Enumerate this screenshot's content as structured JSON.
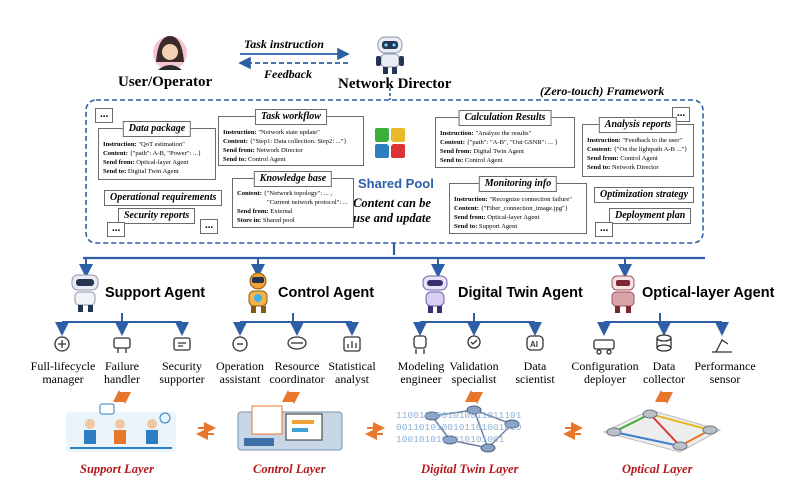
{
  "top": {
    "user_label": "User/Operator",
    "director_label": "Network Director",
    "task_instruction": "Task instruction",
    "feedback": "Feedback",
    "framework_label": "(Zero-touch) Framework"
  },
  "shared_pool": {
    "title": "Shared Pool",
    "subtitle_line1": "Content can be",
    "subtitle_line2": "use and update"
  },
  "cards": {
    "data_package": {
      "title": "Data package",
      "instruction": "\"QoT estimation\"",
      "content": "{\"path\": A-B, \"Power\": ...}",
      "send_from": "Optical-layer Agent",
      "send_to": "Digital Twin Agent"
    },
    "task_workflow": {
      "title": "Task workflow",
      "instruction": "\"Network state update\"",
      "content": "{\"Step1: Data collection. Step2: ...\"}",
      "send_from": "Network Director",
      "send_to": "Control Agent"
    },
    "knowledge_base": {
      "title": "Knowledge base",
      "content1": "{\"Network topology\": ... ,",
      "content2": "\"Current network protocol\": ... }",
      "send_from": "External",
      "store_in": "Shared pool"
    },
    "calculation_results": {
      "title": "Calculation Results",
      "instruction": "\"Analyze the results\"",
      "content": "{\"path\": \"A-B\", \"Out GSNR\": ... }",
      "send_from": "Digital Twin Agent",
      "send_to": "Control Agent"
    },
    "monitoring_info": {
      "title": "Monitoring info",
      "instruction": "\"Recognize connection failure\"",
      "content": "{\"Fiber_connection_image.jpg\"}",
      "send_from": "Optical-layer Agent",
      "send_to": "Support Agent"
    },
    "analysis_reports": {
      "title": "Analysis reports",
      "instruction": "\"Feedback to the user\"",
      "content": "{\"On the lightpath A-B ...\"}",
      "send_from": "Control Agent",
      "send_to": "Network Director"
    }
  },
  "field_labels": {
    "instruction": "Instruction:",
    "content": "Content:",
    "send_from": "Send from:",
    "send_to": "Send to:",
    "store_in": "Store in:"
  },
  "tags": {
    "operational_requirements": "Operational requirements",
    "security_reports": "Security reports",
    "optimization_strategy": "Optimization strategy",
    "deployment_plan": "Deployment plan",
    "ellipsis": "..."
  },
  "agents": [
    {
      "name": "Support Agent",
      "roles": [
        [
          "Full-lifecycle",
          "manager"
        ],
        [
          "Failure",
          "handler"
        ],
        [
          "Security",
          "supporter"
        ]
      ]
    },
    {
      "name": "Control Agent",
      "roles": [
        [
          "Operation",
          "assistant"
        ],
        [
          "Resource",
          "coordinator"
        ],
        [
          "Statistical",
          "analyst"
        ]
      ]
    },
    {
      "name": "Digital Twin Agent",
      "roles": [
        [
          "Modeling",
          "engineer"
        ],
        [
          "Validation",
          "specialist"
        ],
        [
          "Data",
          "scientist"
        ]
      ]
    },
    {
      "name": "Optical-layer Agent",
      "roles": [
        [
          "Configuration",
          "deployer"
        ],
        [
          "Data",
          "collector"
        ],
        [
          "Performance",
          "sensor"
        ]
      ]
    }
  ],
  "layers": [
    "Support Layer",
    "Control Layer",
    "Digital Twin Layer",
    "Optical Layer"
  ],
  "binary_lines": [
    "1100101001010011011101",
    "0011010100101101001010",
    "1001010101010101001"
  ],
  "colors": {
    "blue": "#2e5fa6",
    "dark_blue": "#1f3f73",
    "orange": "#e8762b",
    "red": "#b2171c"
  }
}
